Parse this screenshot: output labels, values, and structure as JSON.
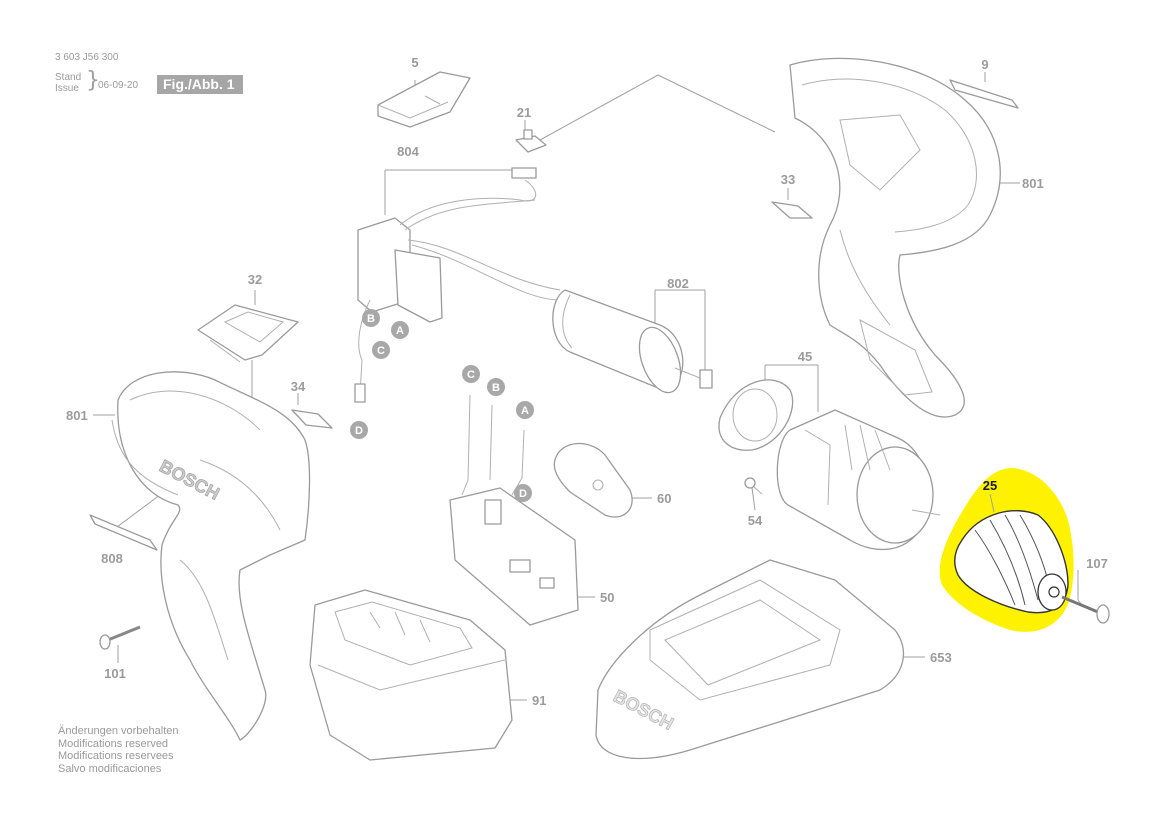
{
  "header": {
    "doc_number": "3 603 J56 300",
    "stand_label": "Stand",
    "issue_label": "Issue",
    "brace": "}",
    "date": "06-09-20",
    "figure": "Fig./Abb. 1"
  },
  "notes": [
    "Änderungen vorbehalten",
    "Modifications reserved",
    "Modifications reservees",
    "Salvo modificaciones"
  ],
  "part_labels": {
    "p5": "5",
    "p21": "21",
    "p804": "804",
    "p9": "9",
    "p33": "33",
    "p801a": "801",
    "p802": "802",
    "p32": "32",
    "p45": "45",
    "p34": "34",
    "p801b": "801",
    "p25": "25",
    "p60": "60",
    "p54": "54",
    "p107": "107",
    "p808": "808",
    "p50": "50",
    "p653": "653",
    "p101": "101",
    "p91": "91"
  },
  "connectors": {
    "A1": "A",
    "B1": "B",
    "C1": "C",
    "D1": "D",
    "A2": "A",
    "B2": "B",
    "C2": "C",
    "D2": "D"
  },
  "brand": "BOSCH",
  "colors": {
    "highlight": "#fff200",
    "line_art": "#9a9a9a",
    "label": "#9b9b9b"
  }
}
